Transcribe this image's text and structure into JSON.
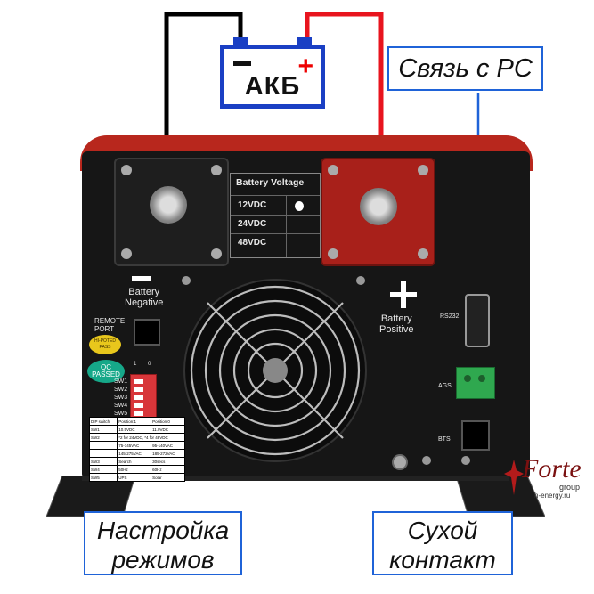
{
  "battery": {
    "label": "АКБ",
    "minus_symbol": "−",
    "plus_symbol": "+"
  },
  "callouts": {
    "pc_link": "Связь с РС",
    "modes": [
      "Настройка",
      "режимов"
    ],
    "dry_contact": [
      "Сухой",
      "контакт"
    ]
  },
  "inverter": {
    "battery_voltage": {
      "title": "Battery Voltage",
      "options": [
        "12VDC",
        "24VDC",
        "48VDC"
      ]
    },
    "labels": {
      "battery_negative": [
        "Battery",
        "Negative"
      ],
      "battery_positive": [
        "Battery",
        "Positive"
      ],
      "remote_port": [
        "REMOTE",
        "PORT"
      ],
      "rs232": "RS232",
      "ags": "AGS",
      "bts": "BTS",
      "hipot_sticker": [
        "HI-POTED",
        "PASS"
      ],
      "qc_sticker": [
        "QC",
        "PASSED"
      ],
      "dip_header": [
        "1",
        "0"
      ],
      "switches": [
        "SW1",
        "SW2",
        "SW3",
        "SW4",
        "SW5"
      ]
    },
    "dip_table": {
      "headers": [
        "DIP switch",
        "Position:1",
        "Position:0"
      ],
      "rows": [
        [
          "SW1",
          "10.5VDC",
          "11.0VDC"
        ],
        [
          "SW2",
          "*2 for 24VDC, *4 for 48VDC",
          ""
        ],
        [
          "",
          "75-145VAC",
          "95-140VAC"
        ],
        [
          "",
          "145-275VAC",
          "185-272VAC"
        ],
        [
          "SW3",
          "Search",
          "30secs"
        ],
        [
          "SW4",
          "50Hz",
          "60Hz"
        ],
        [
          "SW5",
          "UPS",
          "Solar"
        ]
      ]
    }
  },
  "logo": {
    "brand": "Forte",
    "sub": "group",
    "site": "h-energy.ru"
  },
  "colors": {
    "callout_border": "#1f63d8",
    "wire_red": "#e8141e",
    "wire_black": "#000000",
    "battery_blue": "#1a3fc4",
    "case_red": "#b8271d"
  }
}
